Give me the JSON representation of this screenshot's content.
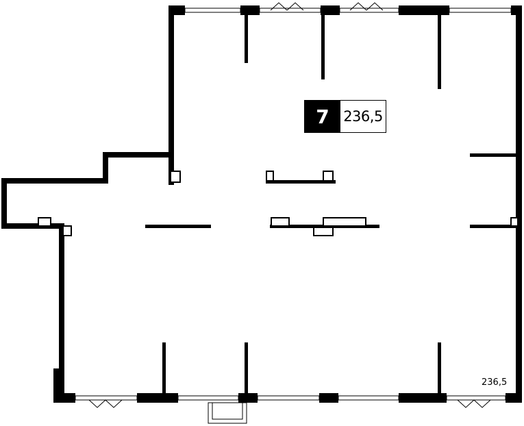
{
  "plan": {
    "unit_number": "7",
    "unit_area": "236,5",
    "corner_area": "236,5"
  }
}
